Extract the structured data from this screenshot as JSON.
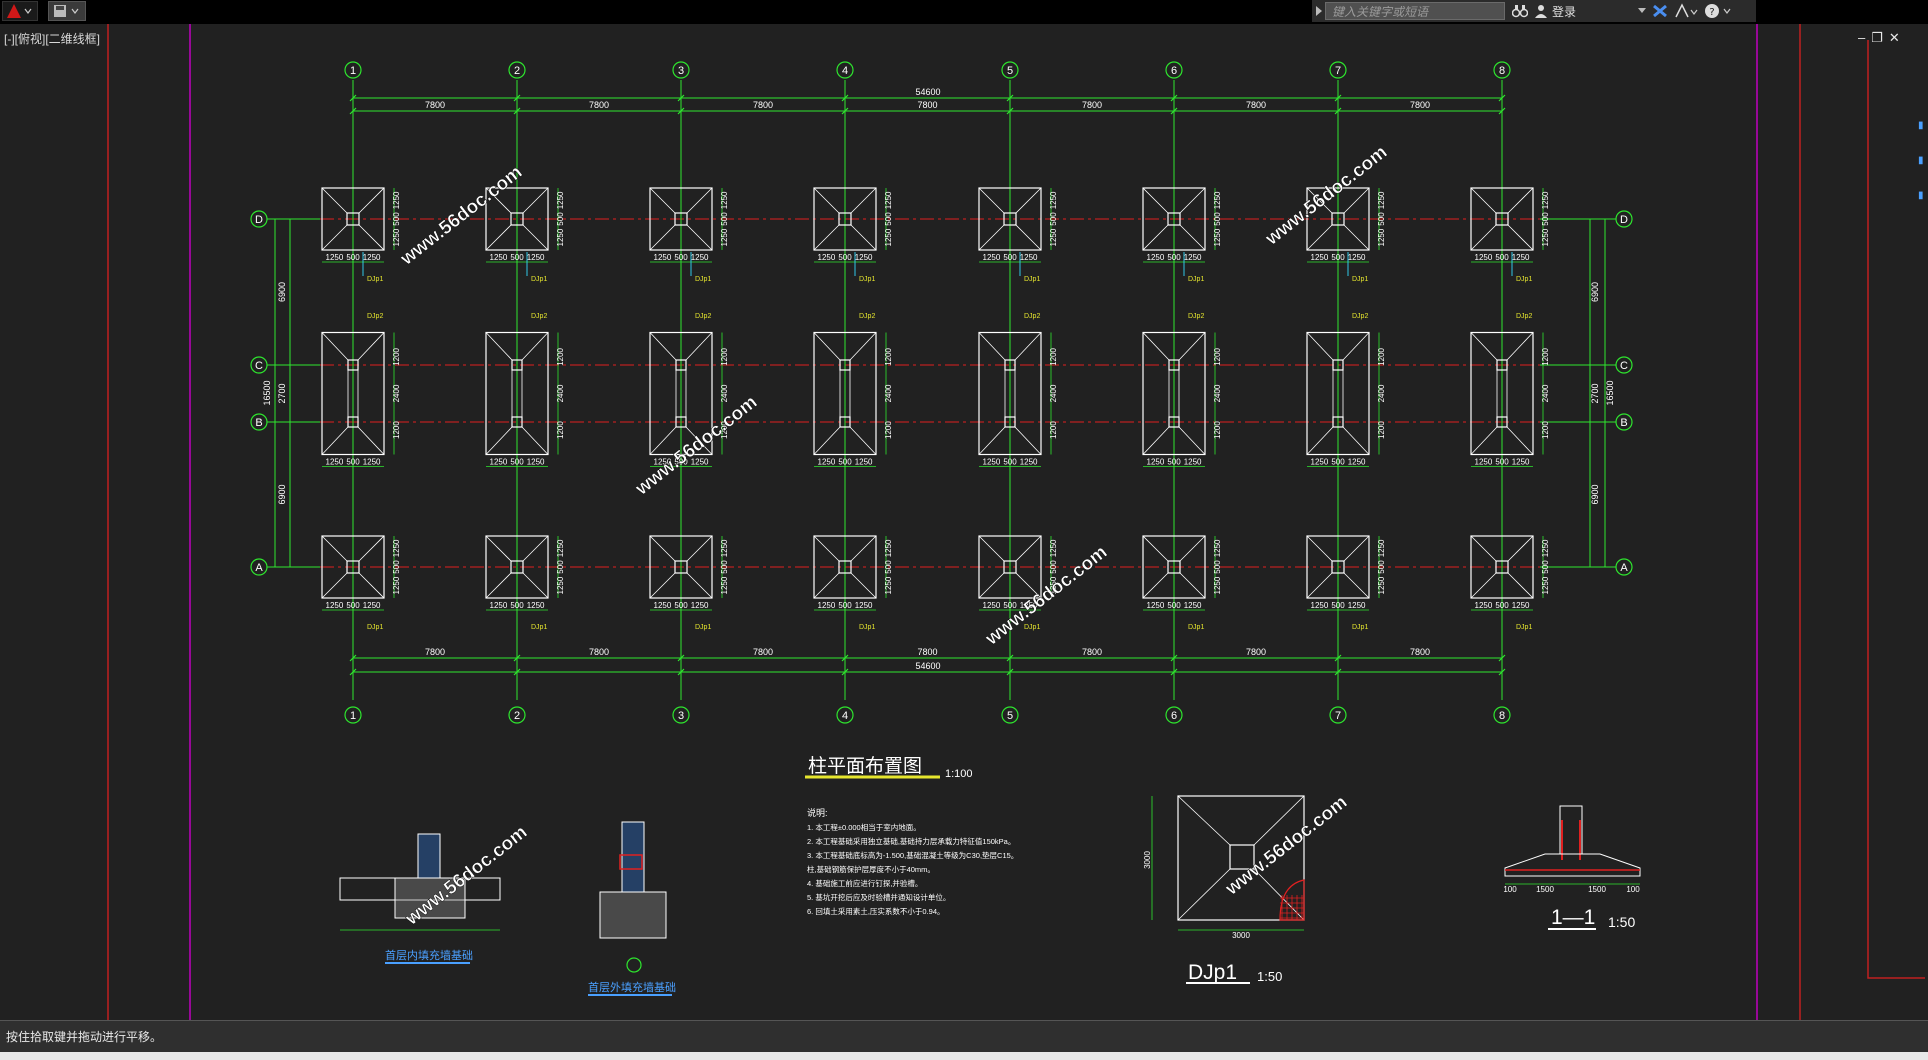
{
  "app": {
    "search_placeholder": "键入关键字或短语",
    "login_label": "登录"
  },
  "viewport": {
    "label": "[-][俯视][二维线框]"
  },
  "command": {
    "status_text": "按住拾取键并拖动进行平移。"
  },
  "drawing": {
    "grid_numbers": [
      "1",
      "2",
      "3",
      "4",
      "5",
      "6",
      "7",
      "8"
    ],
    "grid_letters": [
      "D",
      "C",
      "B",
      "A"
    ],
    "bay_dim": "7800",
    "total_dim": "54600",
    "row_dim_outer": "6900",
    "row_dim_inner": "2700",
    "row_dim_total": "16500",
    "footing_widths": [
      "1250",
      "500",
      "1250"
    ],
    "footing_heights_single": [
      "1250",
      "500",
      "1250"
    ],
    "footing_heights_double": [
      "1200",
      "2400",
      "1200"
    ],
    "footing_tag": "DJp1",
    "footing_tag2": "DJp2",
    "main_title": "柱平面布置图",
    "main_scale": "1:100",
    "watermark": "www.56doc.com",
    "detail1_title": "首层内填充墙基础",
    "detail2_title": "首层外填充墙基础",
    "djp1_title": "DJp1",
    "djp1_scale": "1:50",
    "djp1_dim": "3000",
    "section_title": "1—1",
    "section_scale": "1:50",
    "section_dims": [
      "100",
      "1500",
      "1500",
      "100"
    ],
    "notes_heading": "说明:",
    "notes": [
      "1. 本工程±0.000相当于室内地面。",
      "2. 本工程基础采用独立基础,基础持力层承载力特征值150kPa。",
      "3. 本工程基础底标高为-1.500,基础混凝土等级为C30,垫层C15。",
      "   柱,基础钢筋保护层厚度不小于40mm。",
      "4. 基础施工前应进行钉探,并验槽。",
      "5. 基坑开挖后应及时验槽并通知设计单位。",
      "6. 回填土采用素土,压实系数不小于0.94。"
    ]
  },
  "colors": {
    "background": "#212121",
    "axis_green": "#2ee62e",
    "axis_red": "#e02020",
    "footing_white": "#ffffff",
    "dimension_yellow": "#e6e62e",
    "border_magenta": "#c000c0",
    "watermark_white": "#ffffff"
  }
}
